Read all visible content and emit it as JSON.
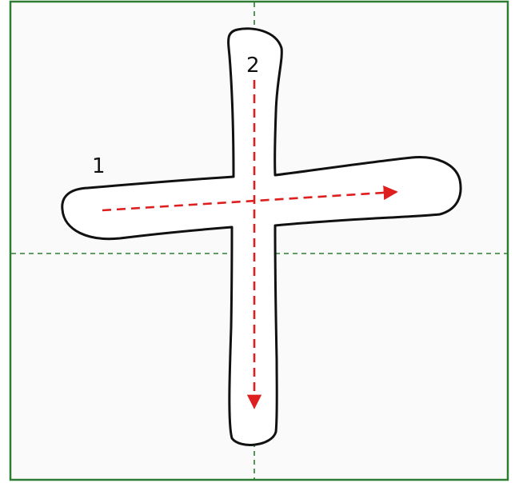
{
  "character_grid": {
    "border_color": "#2e7d32",
    "guide_color": "#2e7d32",
    "paper_color": "#fafafa"
  },
  "character": {
    "outline_color": "#111111",
    "fill_color": "#ffffff"
  },
  "strokes": [
    {
      "order_label": "1",
      "direction": "left-to-right",
      "arrow_color": "#dd1f1f"
    },
    {
      "order_label": "2",
      "direction": "top-to-bottom",
      "arrow_color": "#dd1f1f"
    }
  ]
}
